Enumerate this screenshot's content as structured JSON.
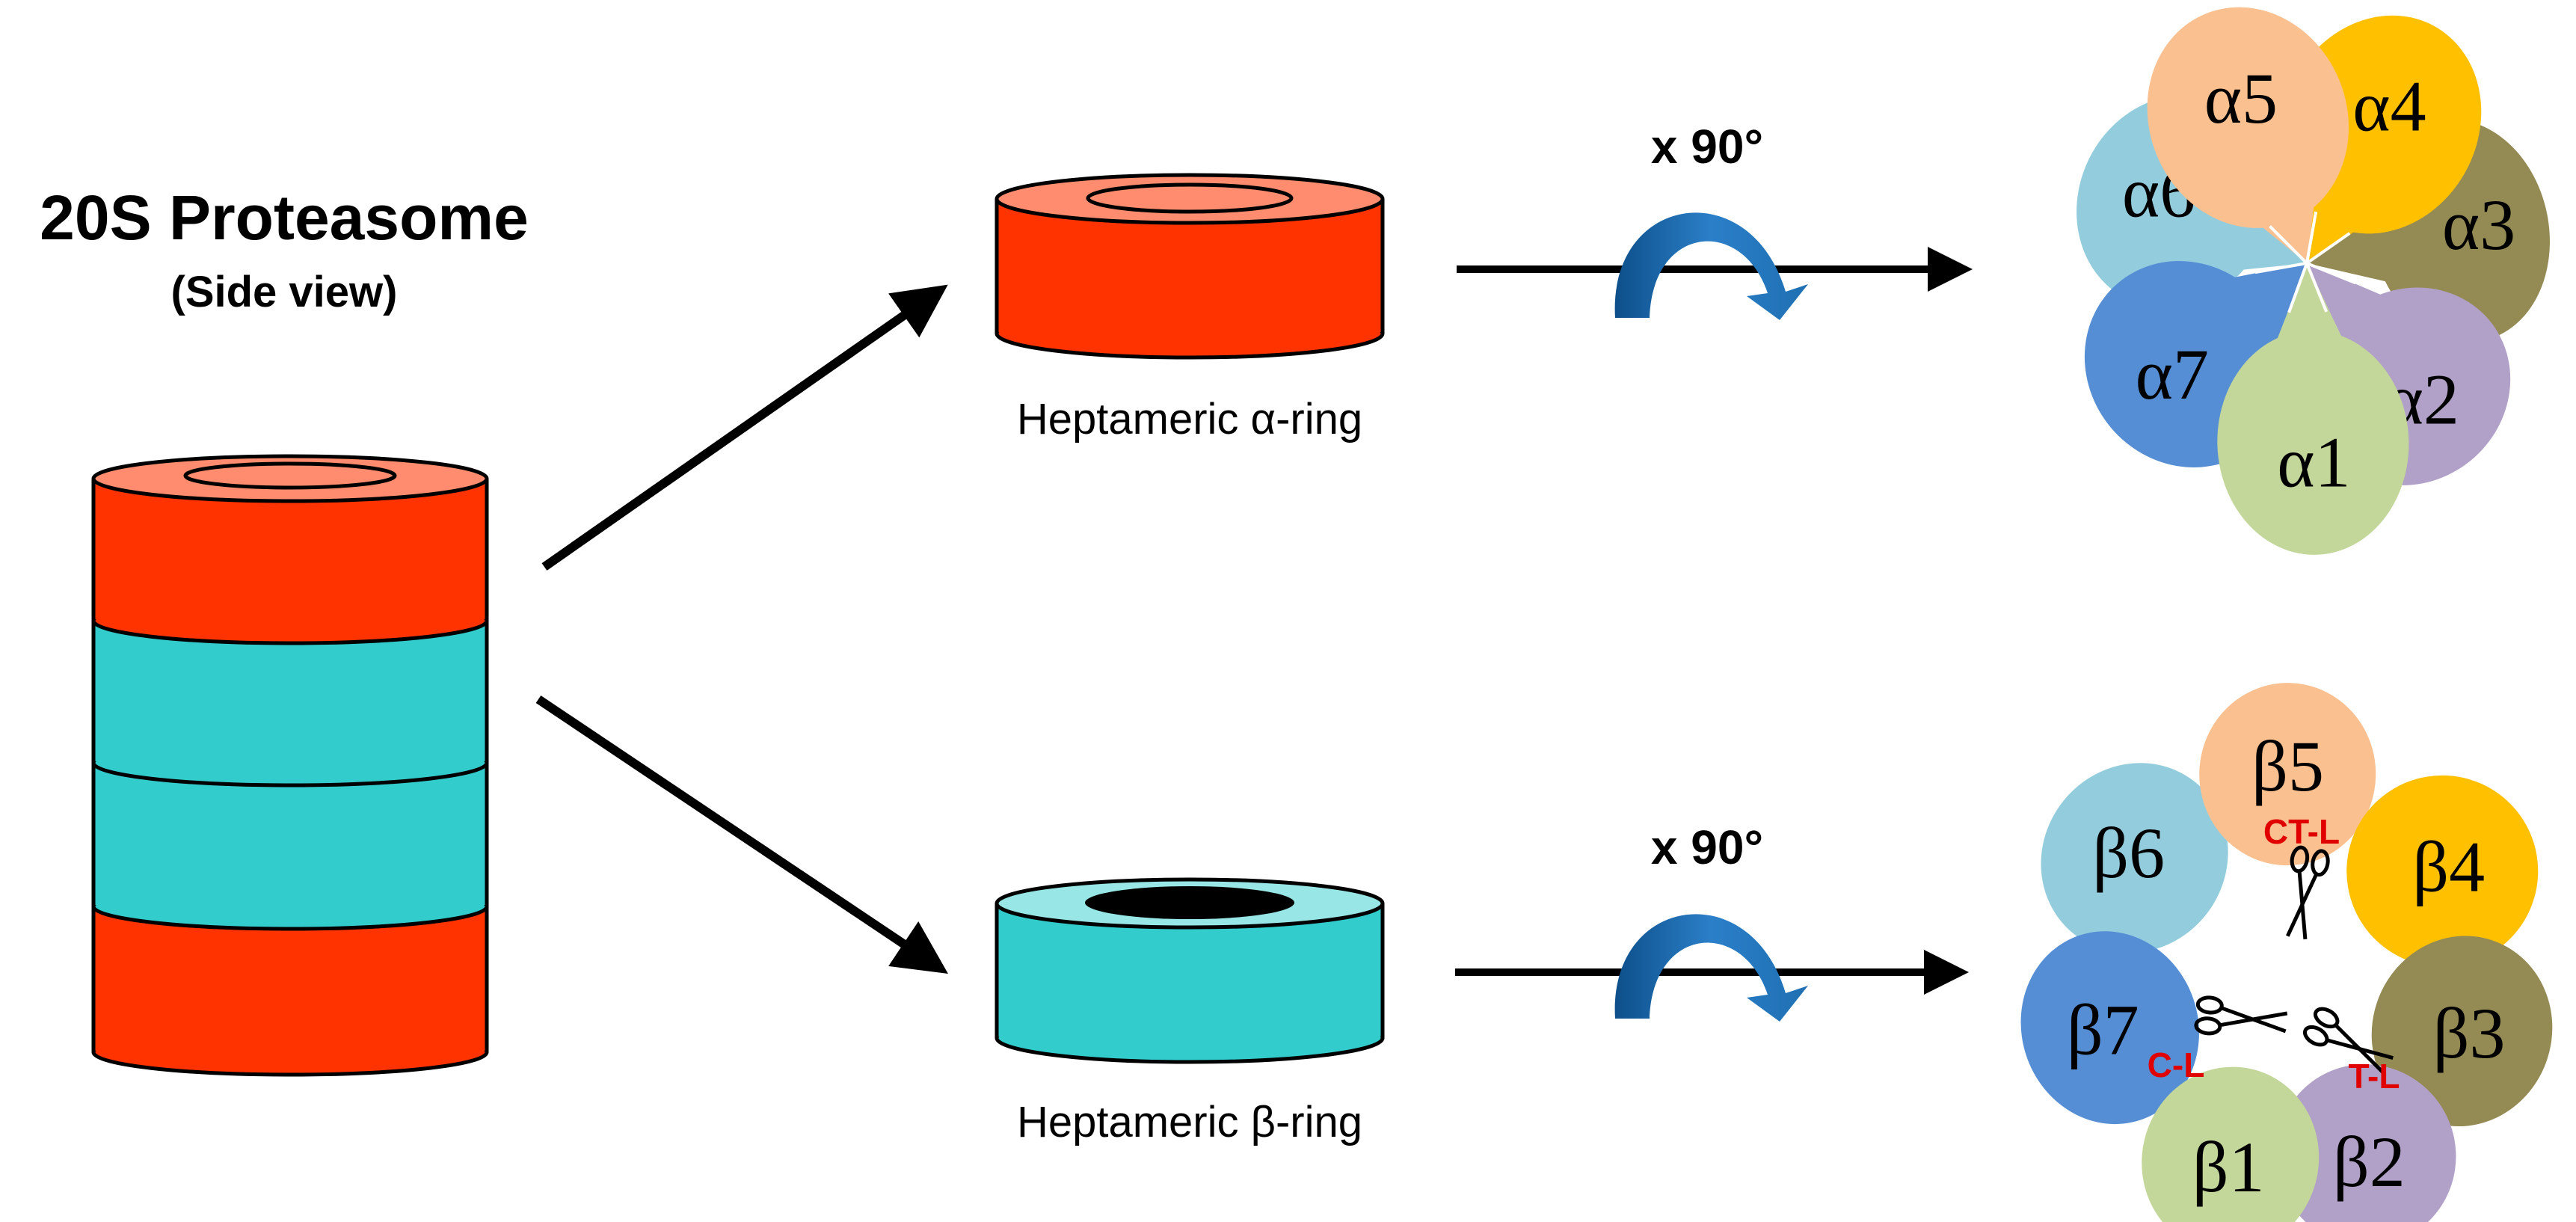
{
  "title": "20S Proteasome",
  "subtitle": "(Side view)",
  "alpha_ring_label": "Heptameric α-ring",
  "beta_ring_label": "Heptameric β-ring",
  "rotation_label_top": "x 90°",
  "rotation_label_bottom": "x 90°",
  "colors": {
    "alpha_ring": "#ff3300",
    "alpha_ring_top": "#ff8c6e",
    "beta_ring": "#33cccc",
    "beta_ring_top": "#99e6e6",
    "rotation_arrow": "#1f6fb2",
    "site_label": "#e00000"
  },
  "alpha_subunits": [
    {
      "label": "α1",
      "color": "#c4d79b"
    },
    {
      "label": "α2",
      "color": "#b1a0c7"
    },
    {
      "label": "α3",
      "color": "#948a54"
    },
    {
      "label": "α4",
      "color": "#ffc000"
    },
    {
      "label": "α5",
      "color": "#fac090"
    },
    {
      "label": "α6",
      "color": "#93cddd"
    },
    {
      "label": "α7",
      "color": "#558ed5"
    }
  ],
  "beta_subunits": [
    {
      "label": "β1",
      "color": "#c4d79b"
    },
    {
      "label": "β2",
      "color": "#b1a0c7"
    },
    {
      "label": "β3",
      "color": "#948a54"
    },
    {
      "label": "β4",
      "color": "#ffc000"
    },
    {
      "label": "β5",
      "color": "#fac090"
    },
    {
      "label": "β6",
      "color": "#93cddd"
    },
    {
      "label": "β7",
      "color": "#558ed5"
    }
  ],
  "active_sites": [
    {
      "label": "CT-L",
      "icon": "scissors-icon"
    },
    {
      "label": "C-L",
      "icon": "scissors-icon"
    },
    {
      "label": "T-L",
      "icon": "scissors-icon"
    }
  ]
}
